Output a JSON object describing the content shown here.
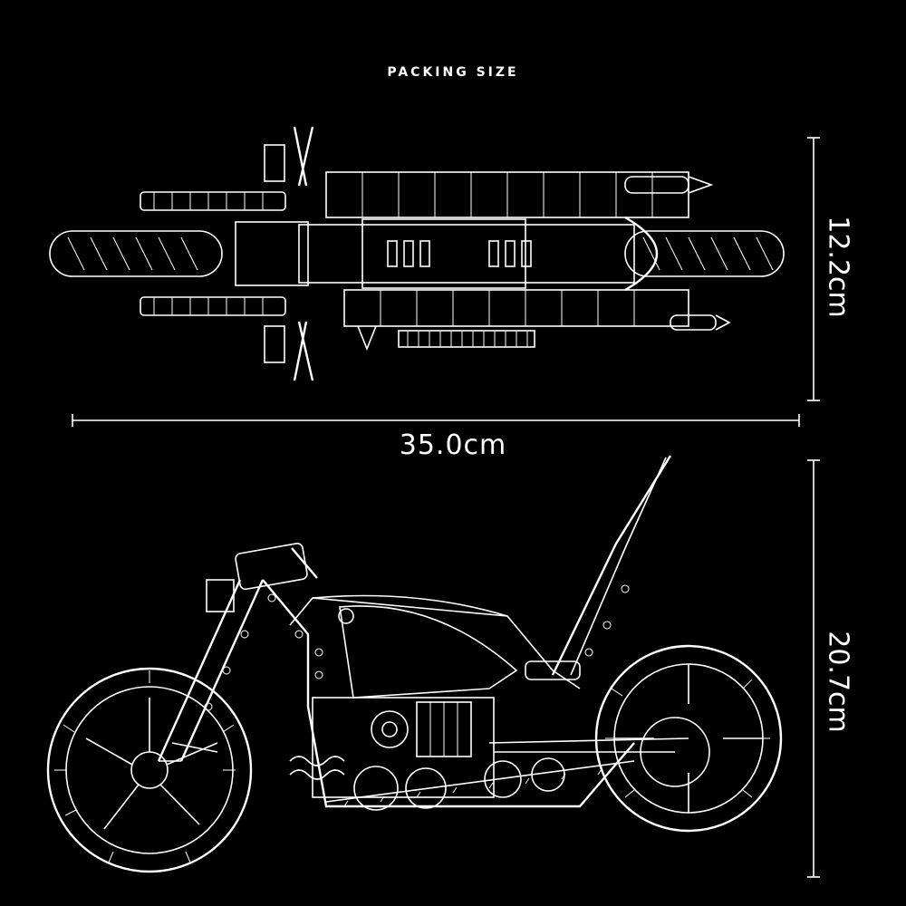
{
  "title": "PACKING SIZE",
  "dimensions": {
    "length": "35.0cm",
    "width": "12.2cm",
    "height": "20.7cm"
  },
  "colors": {
    "background": "#000000",
    "line": "#ffffff"
  }
}
